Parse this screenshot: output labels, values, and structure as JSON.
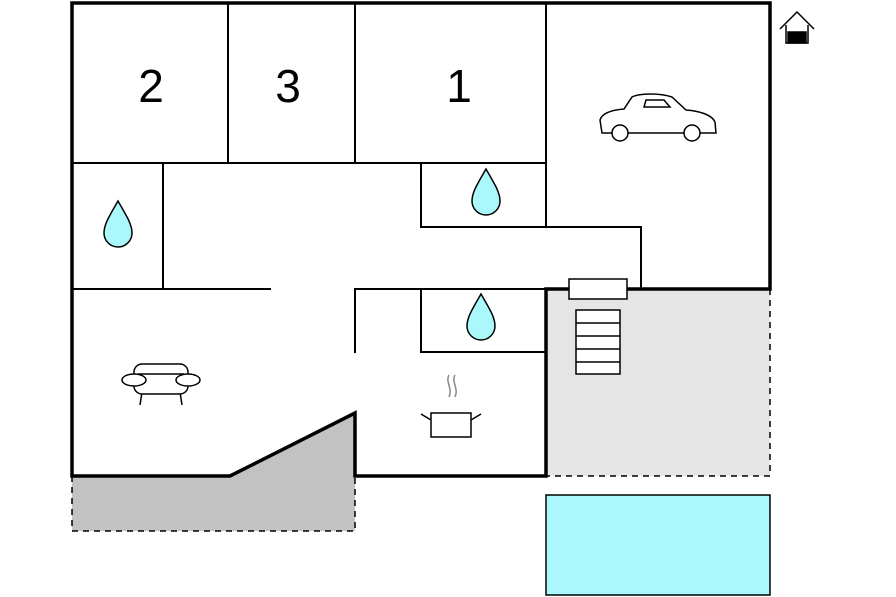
{
  "rooms": [
    {
      "id": "bedroom-2",
      "label": "2"
    },
    {
      "id": "bedroom-3",
      "label": "3"
    },
    {
      "id": "bedroom-1",
      "label": "1"
    }
  ],
  "colors": {
    "wall": "#000000",
    "water": "#aaf8fb",
    "pool": "#aaf8fb",
    "covered_terrace": "#e5e5e5",
    "open_terrace": "#c2c2c2",
    "background": "#ffffff"
  },
  "icons": {
    "house": "house-icon",
    "car": "car-icon",
    "bathroom": "water-drop-icon",
    "living": "sofa-icon",
    "kitchen": "cooking-pot-icon",
    "stairs": "stairs-icon"
  }
}
